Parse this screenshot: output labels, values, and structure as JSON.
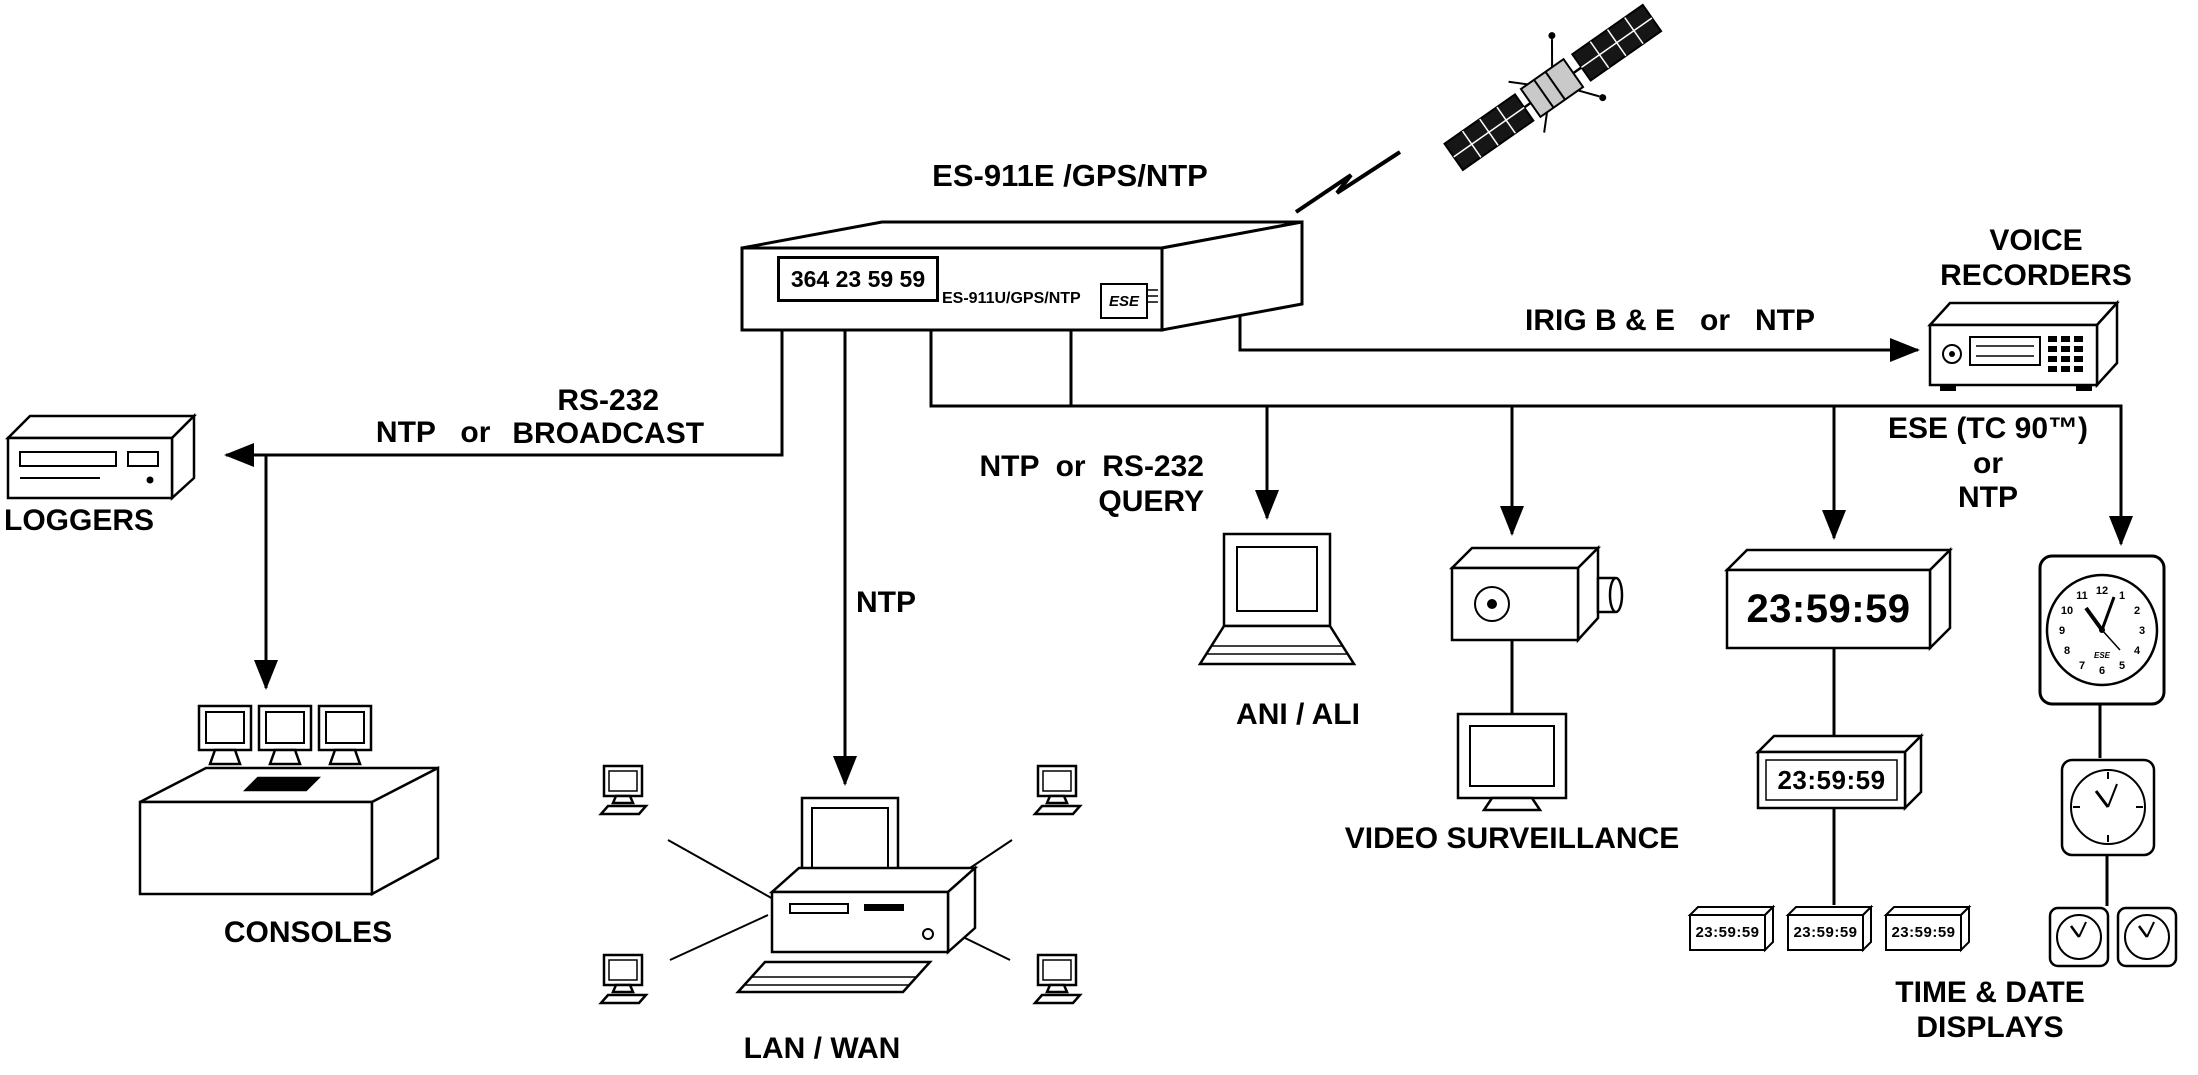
{
  "diagram": {
    "title": "ES-911E /GPS/NTP"
  },
  "master_clock": {
    "display": "364 23 59 59",
    "front_label": "ES-911U/GPS/NTP",
    "logo": "ESE"
  },
  "links": {
    "broadcast": {
      "prefix": "NTP   or",
      "line1": "RS-232",
      "line2": "BROADCAST"
    },
    "lan": {
      "label": "NTP"
    },
    "query": {
      "line1": "NTP  or  RS-232",
      "line2": "QUERY"
    },
    "irig": {
      "label": "IRIG B & E   or   NTP"
    },
    "ese": {
      "line1": "ESE (TC 90™)",
      "line2": "or",
      "line3": "NTP"
    }
  },
  "nodes": {
    "loggers": {
      "label": "LOGGERS"
    },
    "consoles": {
      "label": "CONSOLES"
    },
    "lan_wan": {
      "label": "LAN / WAN"
    },
    "ani_ali": {
      "label": "ANI / ALI"
    },
    "video_surveillance": {
      "label": "VIDEO SURVEILLANCE"
    },
    "voice_recorders": {
      "line1": "VOICE",
      "line2": "RECORDERS"
    },
    "time_date_displays": {
      "line1": "TIME & DATE",
      "line2": "DISPLAYS"
    }
  },
  "clocks": {
    "time": "23:59:59",
    "numbers": [
      "12",
      "1",
      "2",
      "3",
      "4",
      "5",
      "6",
      "7",
      "8",
      "9",
      "10",
      "11"
    ],
    "logo": "ESE"
  },
  "colors": {
    "ink": "#000000",
    "background": "#ffffff"
  }
}
